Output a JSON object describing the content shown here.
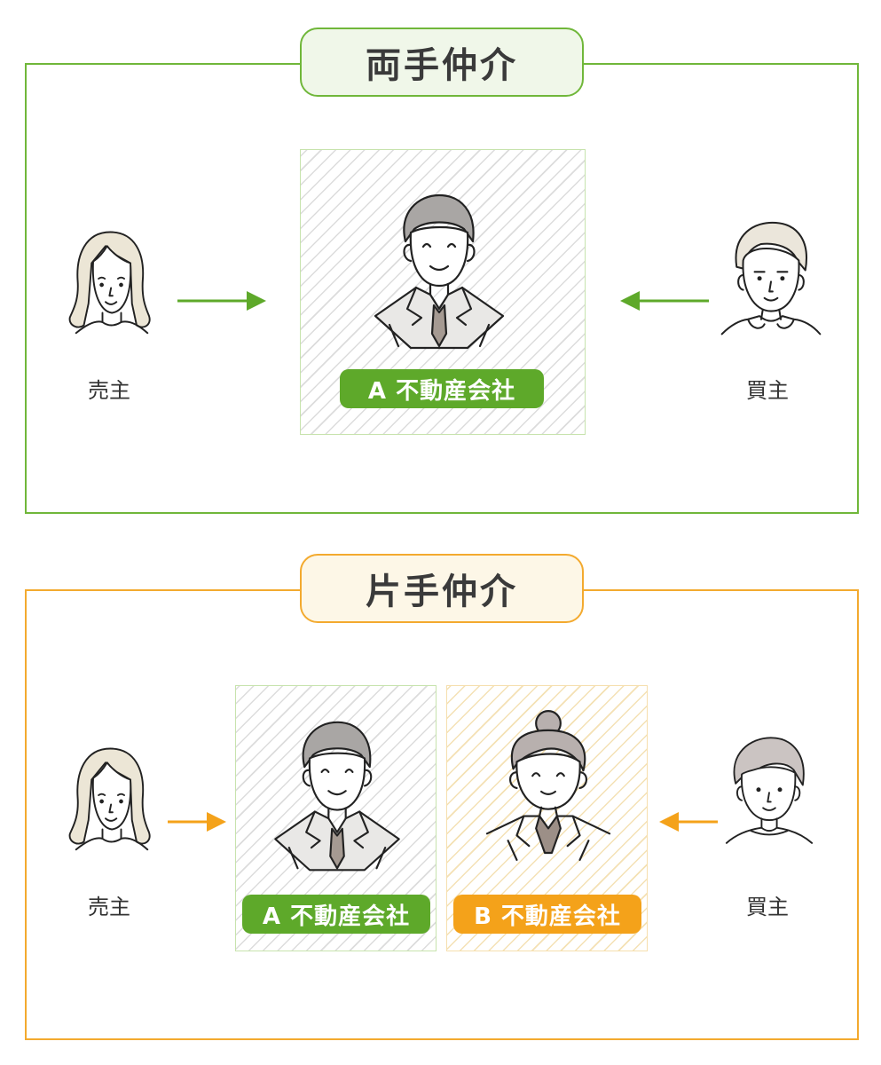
{
  "ryote": {
    "title": "両手仲介",
    "seller_label": "売主",
    "buyer_label": "買主",
    "company_a_label": "A 不動産会社",
    "accent_color": "#70b73a"
  },
  "katate": {
    "title": "片手仲介",
    "seller_label": "売主",
    "buyer_label": "買主",
    "company_a_label": "A 不動産会社",
    "company_b_label": "B 不動産会社",
    "accent_color": "#f3aa2f"
  },
  "icons": {
    "seller": "woman-long-hair-icon",
    "buyer_top": "man-hoodie-icon",
    "buyer_bottom": "man-short-hair-icon",
    "agent_a": "businessman-tie-icon",
    "agent_b": "businesswoman-bun-icon"
  }
}
